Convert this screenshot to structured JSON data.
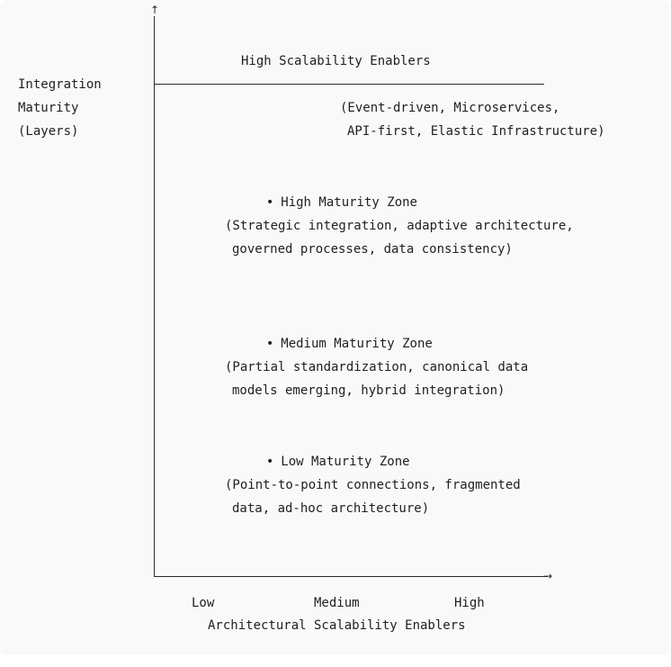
{
  "y_axis": {
    "label_lines": [
      "Integration",
      "Maturity",
      "(Layers)"
    ],
    "arrow_icon": "arrow-up-icon"
  },
  "x_axis": {
    "ticks": [
      "Low",
      "Medium",
      "High"
    ],
    "title": "Architectural Scalability Enablers",
    "arrow_icon": "arrow-right-icon"
  },
  "enablers": {
    "title": "High Scalability Enablers",
    "lines": [
      "(Event-driven, Microservices,",
      "API-first, Elastic Infrastructure)"
    ]
  },
  "zones": {
    "high": {
      "title": "High Maturity Zone",
      "lines": [
        "(Strategic integration, adaptive architecture,",
        "governed processes, data consistency)"
      ]
    },
    "medium": {
      "title": "Medium Maturity Zone",
      "lines": [
        "(Partial standardization, canonical data",
        "models emerging, hybrid integration)"
      ]
    },
    "low": {
      "title": "Low Maturity Zone",
      "lines": [
        "(Point-to-point connections, fragmented",
        "data, ad-hoc architecture)"
      ]
    }
  }
}
